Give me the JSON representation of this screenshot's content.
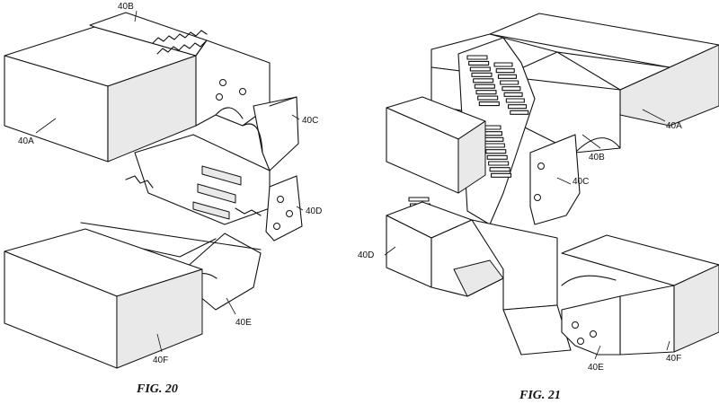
{
  "figures": [
    {
      "caption": "FIG. 20",
      "labels": [
        "40B",
        "40A",
        "40C",
        "40D",
        "40E",
        "40F"
      ]
    },
    {
      "caption": "FIG. 21",
      "labels": [
        "40A",
        "40B",
        "40C",
        "40D",
        "40E",
        "40F"
      ]
    }
  ]
}
